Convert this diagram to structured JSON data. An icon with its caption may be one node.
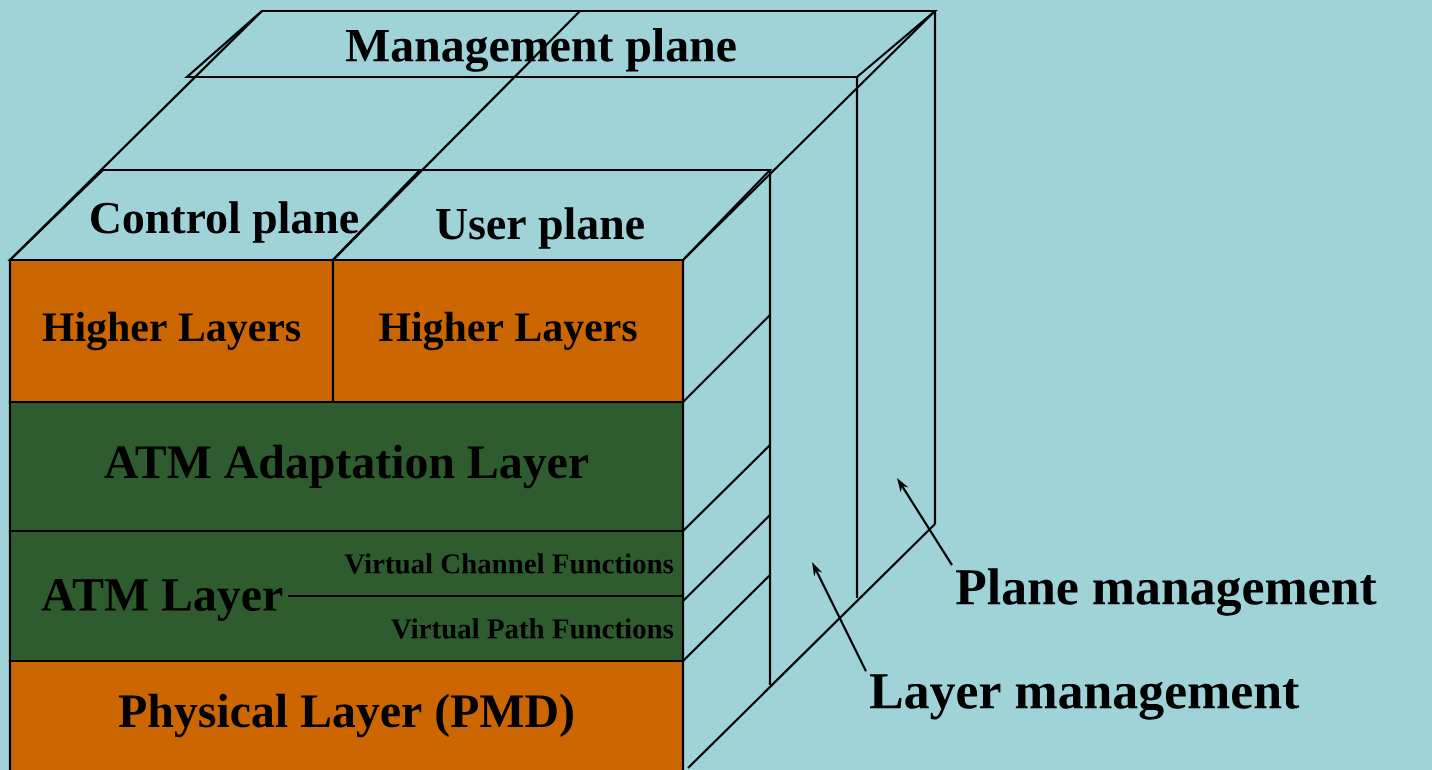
{
  "diagram": {
    "nodes": [
      {
        "text": [
          "Management plane"
        ]
      },
      {
        "text": [
          "Control plane"
        ]
      },
      {
        "text": [
          "User plane"
        ]
      },
      {
        "text": [
          "Higher Layers"
        ]
      },
      {
        "text": [
          "Higher Layers"
        ]
      },
      {
        "text": [
          "ATM Adaptation Layer"
        ]
      },
      {
        "text": [
          "ATM Layer"
        ]
      },
      {
        "text": [
          "Virtual Channel Functions"
        ],
        "in": 6
      },
      {
        "text": [
          "Virtual Path  Functions"
        ],
        "in": 6
      },
      {
        "text": [
          "Physical Layer (PMD)"
        ]
      },
      {
        "text": [
          "Layer management"
        ]
      },
      {
        "text": [
          "Plane management"
        ]
      }
    ],
    "edges": [
      {
        "from": 10,
        "to": null,
        "arrow": "to"
      },
      {
        "from": 11,
        "to": null,
        "arrow": "to"
      }
    ]
  }
}
